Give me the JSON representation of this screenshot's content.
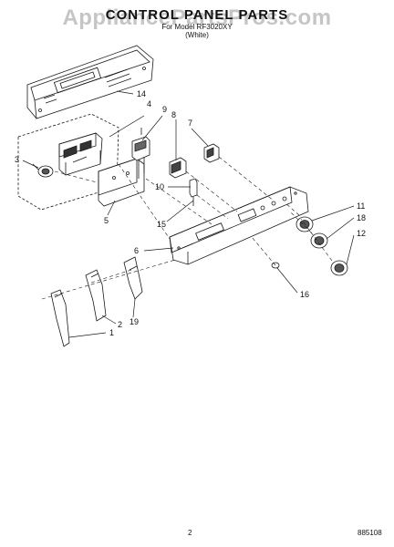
{
  "header": {
    "title": "CONTROL PANEL PARTS",
    "subtitle": "For Model RF3020XY",
    "subtitle2": "(White)",
    "watermark": "AppliancePartsPros.com"
  },
  "callouts": {
    "c14": "14",
    "c4": "4",
    "c9": "9",
    "c7": "7",
    "c3": "3",
    "c8": "8",
    "c10": "10",
    "c5": "5",
    "c15": "15",
    "c11": "11",
    "c18": "18",
    "c12": "12",
    "c6": "6",
    "c16": "16",
    "c2": "2",
    "c19": "19",
    "c1": "1"
  },
  "footer": {
    "page_number": "2",
    "document_number": "885108"
  },
  "colors": {
    "line": "#1a1a1a",
    "watermark": "#969696"
  }
}
